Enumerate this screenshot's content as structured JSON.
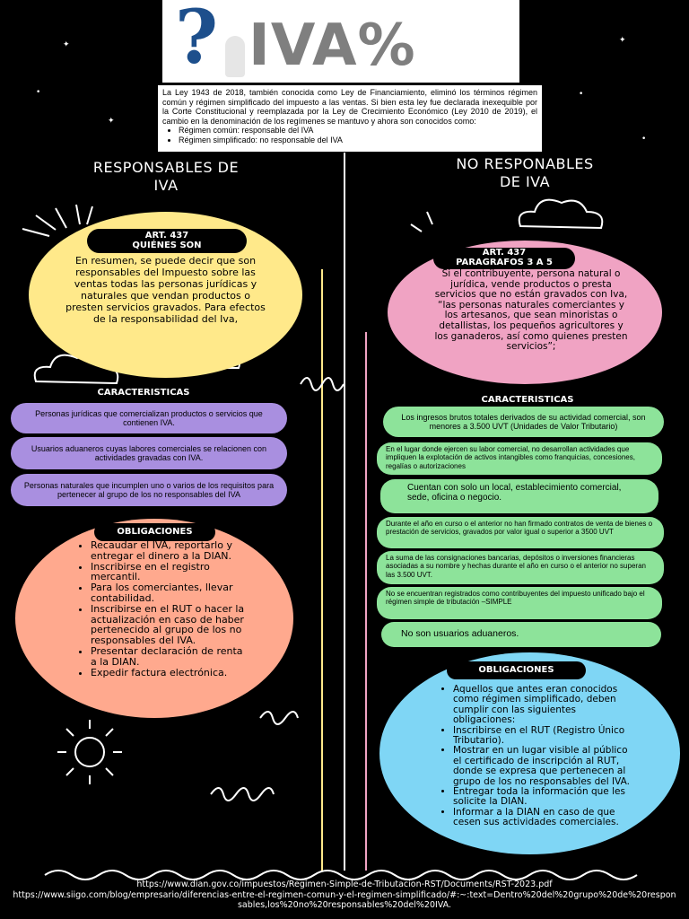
{
  "header": {
    "question_mark": "?",
    "title": "IVA%"
  },
  "intro": {
    "text": "La Ley 1943 de 2018, también conocida como Ley de Financiamiento, eliminó los términos régimen común y régimen simplificado del impuesto a las ventas. Si bien esta ley fue declarada inexequible por la Corte Constitucional y reemplazada por la Ley de Crecimiento Económico (Ley 2010 de 2019), el cambio en la denominación de los regímenes se mantuvo y ahora son conocidos como:",
    "bullets": [
      "Régimen común: responsable del IVA",
      "Régimen simplificado: no responsable del IVA"
    ]
  },
  "left": {
    "title_line1": "RESPONSABLES DE",
    "title_line2": "IVA",
    "art_line1": "ART. 437",
    "art_line2": "QUIÉNES SON",
    "definition": "En resumen, se puede decir que son responsables del Impuesto sobre las ventas todas las personas jurídicas y naturales que vendan productos o presten servicios gravados. Para efectos de la responsabilidad del Iva,",
    "characteristics_title": "CARACTERISTICAS",
    "characteristics": [
      "Personas jurídicas que comercializan productos o servicios que contienen IVA.",
      "Usuarios aduaneros cuyas labores comerciales se relacionen con actividades gravadas con IVA.",
      "Personas naturales que incumplen uno o varios de los requisitos para pertenecer al grupo de los no responsables del IVA"
    ],
    "obligations_title": "OBLIGACIONES",
    "obligations": [
      "Recaudar el IVA, reportarlo y entregar el dinero a la DIAN.",
      "Inscribirse en el registro mercantil.",
      "Para los comerciantes, llevar contabilidad.",
      "Inscribirse en el RUT o hacer la actualización en caso de haber pertenecido al grupo de los no responsables del IVA.",
      "Presentar declaración de renta a la DIAN.",
      "Expedir factura electrónica."
    ]
  },
  "right": {
    "title_line1": "NO RESPONABLES",
    "title_line2": "DE IVA",
    "art_line1": "ART. 437",
    "art_line2": "PARAGRAFOS  3 A 5",
    "definition": "Si el contribuyente, persona natural o jurídica, vende productos o presta servicios que no están gravados con Iva,  “las personas naturales comerciantes y los artesanos, que sean minoristas o detallistas, los pequeños agricultores y los ganaderos, así como quienes presten servicios”;",
    "characteristics_title": "CARACTERISTICAS",
    "characteristics": [
      "Los ingresos brutos totales derivados de su actividad comercial, son menores a 3.500 UVT (Unidades de Valor Tributario)",
      "En el lugar donde ejercen su labor comercial, no desarrollan actividades que impliquen la explotación de activos intangibles como franquicias, concesiones, regalías o autorizaciones",
      "Cuentan con solo un local, establecimiento comercial, sede, oficina o negocio.",
      "Durante el año en curso o el anterior no han firmado contratos de venta de bienes o prestación de servicios, gravados por valor igual o superior a 3500 UVT",
      "La suma de las consignaciones bancarias, depósitos o inversiones financieras asociadas a su nombre y hechas durante el año en curso o el anterior no superan las 3.500 UVT.",
      "No se encuentran registrados como contribuyentes del impuesto unificado bajo el régimen simple de tributación –SIMPLE",
      "No son usuarios aduaneros."
    ],
    "obligations_title": "OBLIGACIONES",
    "obligations": [
      "Aquellos que antes eran conocidos como régimen simplificado, deben cumplir con las siguientes obligaciones:",
      "Inscribirse en el RUT (Registro Único Tributario).",
      "Mostrar en un lugar visible al público el certificado de inscripción al RUT, donde se expresa que pertenecen al grupo de los no responsables del IVA.",
      "Entregar toda la información que les solicite la DIAN.",
      "Informar a la DIAN en caso de que cesen sus actividades comerciales."
    ]
  },
  "links": [
    "https://www.dian.gov.co/impuestos/Regimen-Simple-de-Tributacion-RST/Documents/RST-2023.pdf",
    "https://www.siigo.com/blog/empresario/diferencias-entre-el-regimen-comun-y-el-regimen-simplificado/#:~:text=Dentro%20del%20grupo%20de%20responsables,los%20no%20responsables%20del%20IVA."
  ],
  "colors": {
    "background": "#000000",
    "yellow": "#ffe98a",
    "pink": "#f0a3c3",
    "purple": "#a98fe0",
    "salmon": "#ffa98e",
    "green": "#8de39a",
    "blue": "#7fd6f5"
  }
}
